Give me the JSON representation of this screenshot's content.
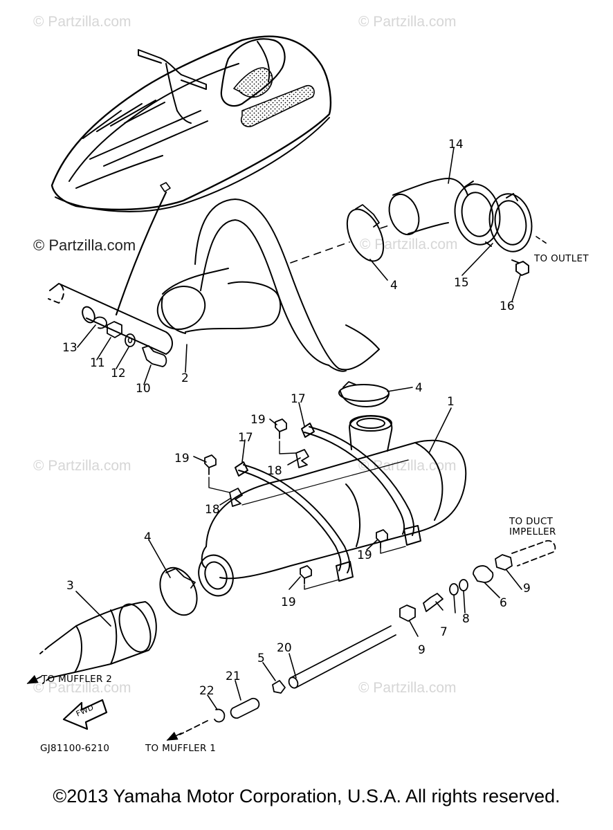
{
  "watermarks": {
    "top_left": "© Partzilla.com",
    "top_right": "© Partzilla.com",
    "upper_left_strong": "© Partzilla.com",
    "upper_center": "© Partzilla.com",
    "middle_left": "© Partzilla.com",
    "middle_right": "© Partzilla.com",
    "lower_left": "© Partzilla.com",
    "lower_right": "© Partzilla.com"
  },
  "callouts": {
    "c1": "1",
    "c2": "2",
    "c3": "3",
    "c4a": "4",
    "c4b": "4",
    "c4c": "4",
    "c5": "5",
    "c6": "6",
    "c7": "7",
    "c8": "8",
    "c9a": "9",
    "c9b": "9",
    "c10": "10",
    "c11": "11",
    "c12": "12",
    "c13": "13",
    "c14": "14",
    "c15": "15",
    "c16": "16",
    "c17a": "17",
    "c17b": "17",
    "c18a": "18",
    "c18b": "18",
    "c19a": "19",
    "c19b": "19",
    "c19c": "19",
    "c19d": "19",
    "c20": "20",
    "c21": "21",
    "c22": "22"
  },
  "notes": {
    "to_outlet": "TO OUTLET",
    "to_duct_line1": "TO DUCT",
    "to_duct_line2": "IMPELLER",
    "to_muffler2": "TO MUFFLER 2",
    "to_muffler1": "TO MUFFLER 1",
    "fwd": "FWD",
    "part_code": "GJ81100-6210"
  },
  "copyright": "©2013 Yamaha Motor Corporation, U.S.A. All rights reserved.",
  "colors": {
    "line": "#000000",
    "watermark": "#d6d6d6",
    "background": "#ffffff"
  }
}
